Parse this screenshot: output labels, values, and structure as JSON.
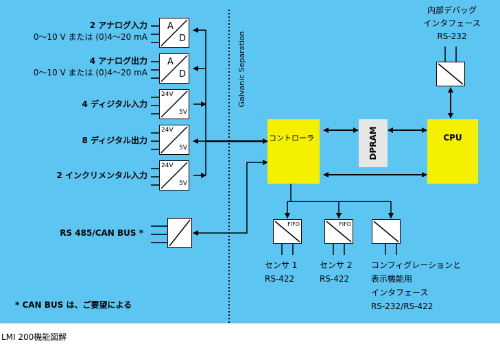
{
  "left_labels": {
    "analog_in_title": "2 アナログ入力",
    "analog_in_range": "0～10 V または (0)4～20 mA",
    "analog_out_title": "4 アナログ出力",
    "analog_out_range": "0～10 V または (0)4～20 mA",
    "digital_in": "4 ディジタル入力",
    "digital_out": "8 ディジタル出力",
    "incremental_in": "2 インクリメンタル入力",
    "rs485": "RS 485/CAN BUS *",
    "footnote": "* CAN BUS は、ご要望による"
  },
  "converter_letters": {
    "a": "A",
    "d": "D",
    "v24": "24V",
    "v5": "5V",
    "fifo": "FIFO"
  },
  "separation_label": "Galvanic Separation",
  "blocks": {
    "controller": "コントローラ",
    "dpram": "DPRAM",
    "cpu": "CPU"
  },
  "debug": {
    "line1": "内部デバッグ",
    "line2": "インタフェース",
    "line3": "RS-232"
  },
  "sensor1": {
    "name": "センサ 1",
    "proto": "RS-422"
  },
  "sensor2": {
    "name": "センサ 2",
    "proto": "RS-422"
  },
  "config": {
    "line1": "コンフィグレーションと",
    "line2": "表示機能用",
    "line3": "インタフェース",
    "line4": "RS-232/RS-422"
  },
  "caption": "LMI 200機能図解"
}
